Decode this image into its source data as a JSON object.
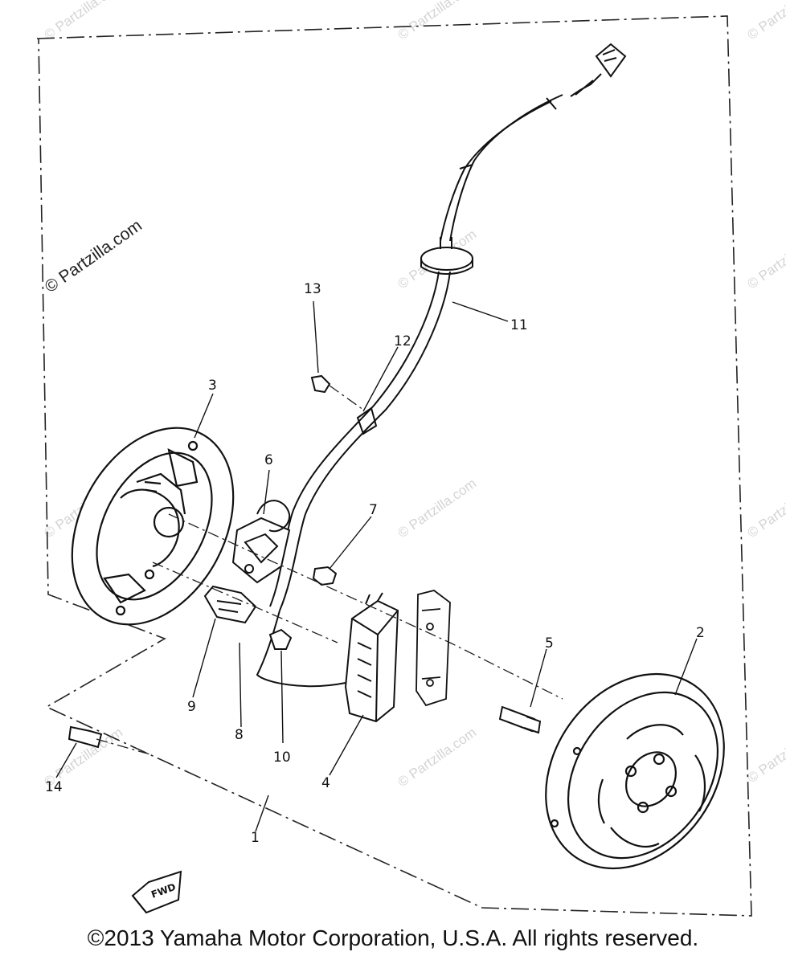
{
  "watermark": "© Partzilla.com",
  "copyright": "©2013 Yamaha Motor Corporation, U.S.A. All rights reserved.",
  "fwd_label": "FWD",
  "callouts": [
    "1",
    "2",
    "3",
    "4",
    "5",
    "6",
    "7",
    "8",
    "9",
    "10",
    "11",
    "12",
    "13",
    "14"
  ],
  "colors": {
    "ink": "#111111",
    "watermark": "#d4d4d4",
    "background": "#ffffff"
  }
}
